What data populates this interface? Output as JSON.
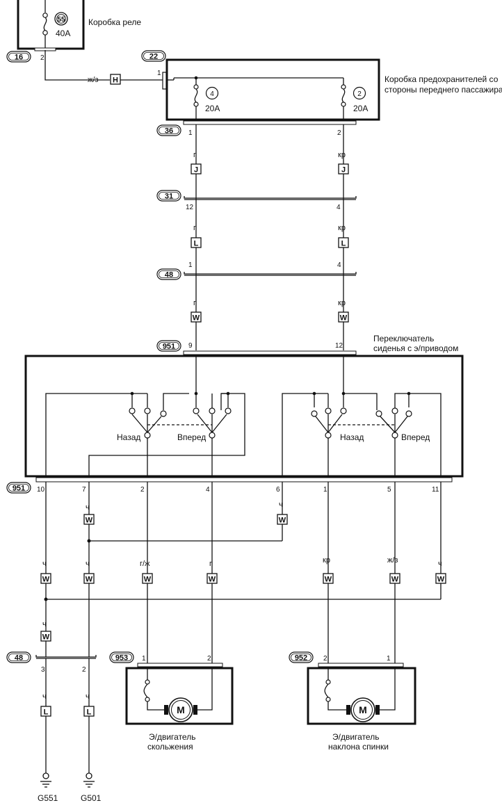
{
  "relay_box": {
    "label": "Коробка реле",
    "fuse_number": "55",
    "fuse_rating": "40A"
  },
  "fuse_box": {
    "line1": "Коробка предохранителей со",
    "line2": "стороны переднего пассажира",
    "fuse_left_number": "4",
    "fuse_left_rating": "20A",
    "fuse_right_number": "2",
    "fuse_right_rating": "20A"
  },
  "seat_switch": {
    "line1": "Переключатель",
    "line2": "сиденья с э/приводом",
    "back_left": "Назад",
    "fwd_left": "Вперед",
    "back_right": "Назад",
    "fwd_right": "Вперед"
  },
  "motor_slide": {
    "line1": "Э/двигатель",
    "line2": "скольжения",
    "symbol": "M"
  },
  "motor_recline": {
    "line1": "Э/двигатель",
    "line2": "наклона спинки",
    "symbol": "M"
  },
  "grounds": {
    "left": "G551",
    "right": "G501"
  },
  "connector_tags": {
    "c16": "16",
    "c22": "22",
    "c36": "36",
    "c31": "31",
    "c48a": "48",
    "c951a": "951",
    "c951b": "951",
    "c48b": "48",
    "c953": "953",
    "c952": "952"
  },
  "pins": {
    "p16_2": "2",
    "p22_1": "1",
    "p36_1": "1",
    "p36_2": "2",
    "p31_12": "12",
    "p31_4": "4",
    "p48_1": "1",
    "p48_4": "4",
    "p951_9": "9",
    "p951_12": "12",
    "p951b_10": "10",
    "p951b_7": "7",
    "p951b_2": "2",
    "p951b_4": "4",
    "p951b_6": "6",
    "p951b_1": "1",
    "p951b_5": "5",
    "p951b_11": "11",
    "p48b_3": "3",
    "p48b_2": "2",
    "p953_1": "1",
    "p953_2": "2",
    "p952_2": "2",
    "p952_1": "1"
  },
  "wire_colors": {
    "feed": "ж/з",
    "a1": "г",
    "a2": "кр",
    "b1": "г",
    "b2": "кр",
    "c1": "г",
    "c2": "кр",
    "d7": "ч",
    "d6": "ч",
    "e10": "ч",
    "e7": "ч",
    "e2": "г/ж",
    "e4": "г",
    "e1": "кр",
    "e5": "ж/з",
    "e11": "ч",
    "f1": "ч",
    "g3": "ч",
    "g2": "ч"
  },
  "harness_codes": {
    "h_feed": "H",
    "j1": "J",
    "j2": "J",
    "l1": "L",
    "l2": "L",
    "w1": "W",
    "w2": "W",
    "w3": "W",
    "w4": "W",
    "w5": "W",
    "w6": "W",
    "w7": "W",
    "w8": "W",
    "w9": "W",
    "w10": "W",
    "w11": "W",
    "w12": "W",
    "l3": "L",
    "l4": "L"
  }
}
